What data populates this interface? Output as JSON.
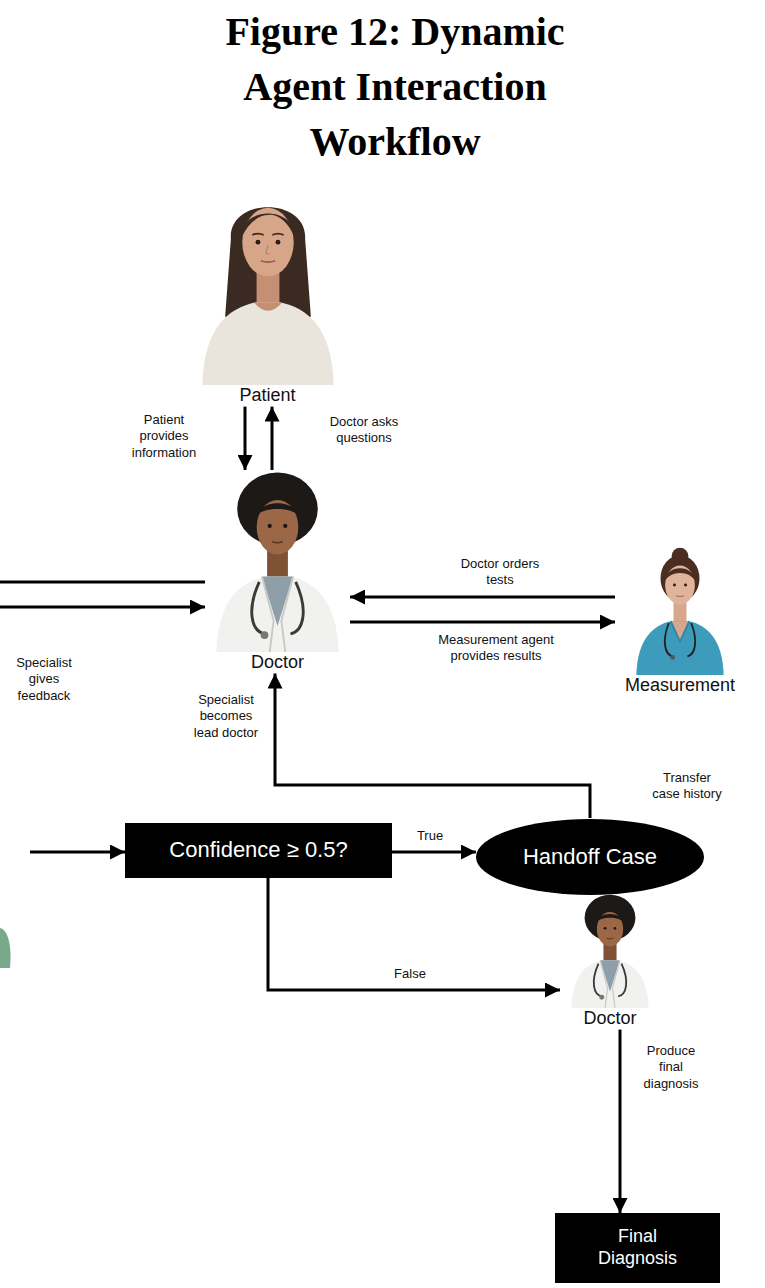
{
  "diagram": {
    "title": "Figure 12: Dynamic Agent Interaction Workflow",
    "nodes": [
      {
        "text": [
          "Patient"
        ]
      },
      {
        "text": [
          "Doctor"
        ]
      },
      {
        "text": [
          "Measurement"
        ]
      },
      {
        "text": [
          "Confidence ≥ 0.5?"
        ]
      },
      {
        "text": [
          "Handoff Case"
        ]
      },
      {
        "text": [
          "Doctor"
        ]
      },
      {
        "text": [
          "Final Diagnosis"
        ]
      }
    ],
    "edges": [
      {
        "from": 0,
        "to": 1,
        "label": "Patient provides information",
        "arrow": "to"
      },
      {
        "from": 1,
        "to": 0,
        "label": "Doctor asks questions",
        "arrow": "to"
      },
      {
        "from": 2,
        "to": 1,
        "label": "Doctor orders tests",
        "arrow": "to"
      },
      {
        "from": 1,
        "to": 2,
        "label": "Measurement agent provides results",
        "arrow": "to"
      },
      {
        "from": 3,
        "to": 4,
        "label": "True",
        "arrow": "to"
      },
      {
        "from": 3,
        "to": 5,
        "label": "False",
        "arrow": "to"
      },
      {
        "from": 4,
        "to": 1,
        "label": "Transfer case history",
        "arrow": "to"
      },
      {
        "from": 5,
        "to": 6,
        "label": "Produce final diagnosis",
        "arrow": "to"
      }
    ],
    "labels": [
      "Specialist gives feedback",
      "Specialist becomes lead doctor"
    ]
  }
}
